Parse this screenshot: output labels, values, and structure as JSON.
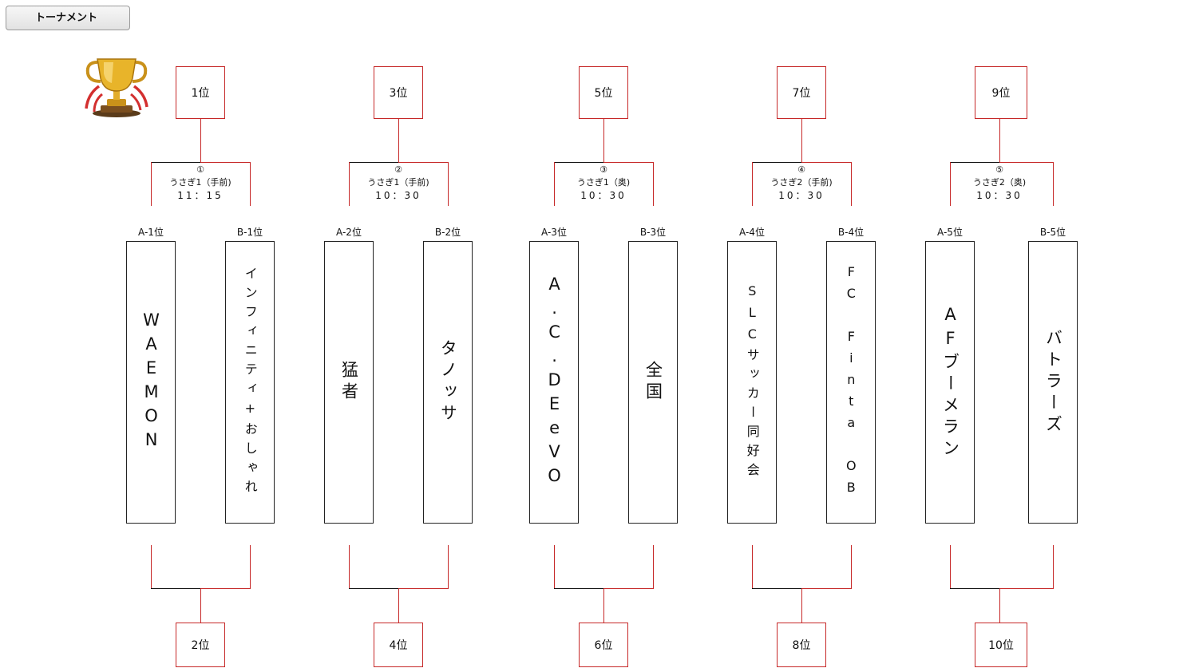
{
  "header": {
    "tab_label": "トーナメント"
  },
  "trophy_icon": "trophy-icon",
  "colors": {
    "line_red": "#c62828",
    "line_black": "#111111",
    "trophy_gold": "#d9a21b"
  },
  "groups": [
    {
      "top_rank": "1位",
      "bottom_rank": "2位",
      "match": {
        "number": "①",
        "court": "うさぎ1（手前)",
        "time": "11：15"
      },
      "slots": [
        {
          "label": "A-1位",
          "team": "WAEMON"
        },
        {
          "label": "B-1位",
          "team": "インフィニティ+おしゃれ"
        }
      ]
    },
    {
      "top_rank": "3位",
      "bottom_rank": "4位",
      "match": {
        "number": "②",
        "court": "うさぎ1（手前)",
        "time": "10：30"
      },
      "slots": [
        {
          "label": "A-2位",
          "team": "猛者"
        },
        {
          "label": "B-2位",
          "team": "タノッサ"
        }
      ]
    },
    {
      "top_rank": "5位",
      "bottom_rank": "6位",
      "match": {
        "number": "③",
        "court": "うさぎ1（奥)",
        "time": "10：30"
      },
      "slots": [
        {
          "label": "A-3位",
          "team": "A.C.DEeVO"
        },
        {
          "label": "B-3位",
          "team": "全国"
        }
      ]
    },
    {
      "top_rank": "7位",
      "bottom_rank": "8位",
      "match": {
        "number": "④",
        "court": "うさぎ2（手前)",
        "time": "10：30"
      },
      "slots": [
        {
          "label": "A-4位",
          "team": "SLCサッカー同好会"
        },
        {
          "label": "B-4位",
          "team": "FC Finta OB"
        }
      ]
    },
    {
      "top_rank": "9位",
      "bottom_rank": "10位",
      "match": {
        "number": "⑤",
        "court": "うさぎ2（奥)",
        "time": "10：30"
      },
      "slots": [
        {
          "label": "A-5位",
          "team": "AFブーメラン"
        },
        {
          "label": "B-5位",
          "team": "バトラーズ"
        }
      ]
    }
  ]
}
